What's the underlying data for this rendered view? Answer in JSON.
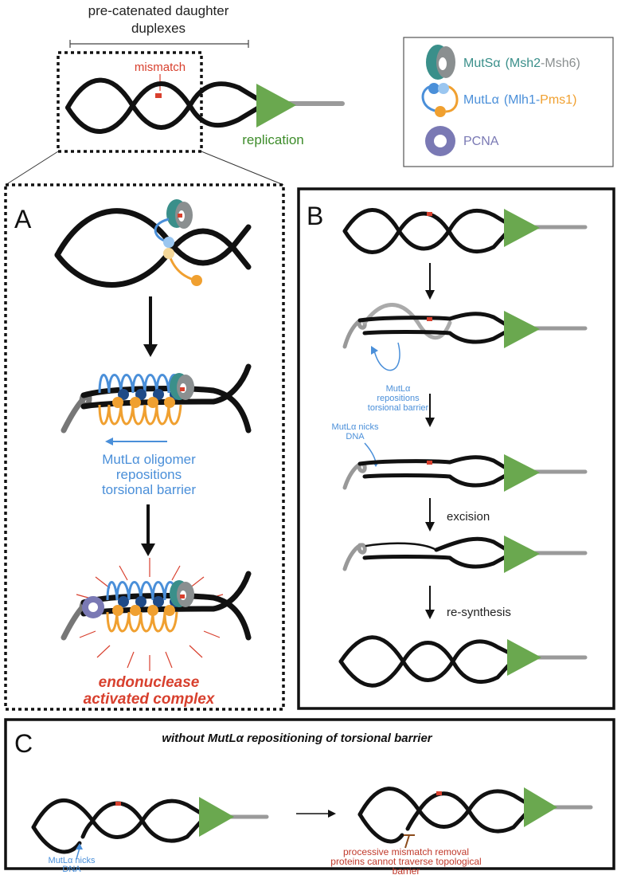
{
  "colors": {
    "dna": "#111111",
    "dna_faded": "#a8a8a8",
    "mismatch": "#d8402e",
    "replication": "#6aa84f",
    "replication_text": "#3d8c2a",
    "msh2": "#3a8f8a",
    "msh6": "#8a8f90",
    "mlh1": "#4a8fd9",
    "pms1": "#f0a030",
    "pcna": "#7a79b4",
    "note_red": "#c0392b",
    "note_blue": "#4a8fd9",
    "barrier_brown": "#8b4a1a"
  },
  "top": {
    "bracket_label_line1": "pre-catenated daughter",
    "bracket_label_line2": "duplexes",
    "mismatch_label": "mismatch",
    "replication_label": "replication"
  },
  "legend": {
    "mutsa_name": "MutSα",
    "mutsa_paren_open": "(",
    "mutsa_msh2": "Msh2",
    "mutsa_dash": "-",
    "mutsa_msh6": "Msh6",
    "mutsa_paren_close": ")",
    "mutla_name": "MutLα",
    "mutla_paren_open": "(",
    "mutla_mlh1": "Mlh1",
    "mutla_dash": "-",
    "mutla_pms1": "Pms1",
    "mutla_paren_close": ")",
    "pcna_name": "PCNA",
    "icon_names": [
      "mutsa-icon",
      "mutla-icon",
      "pcna-icon"
    ]
  },
  "panel_a": {
    "letter": "A",
    "oligomer_line1": "MutLα oligomer",
    "oligomer_line2": "repositions",
    "oligomer_line3": "torsional barrier",
    "result_line1": "endonuclease",
    "result_line2": "activated complex"
  },
  "panel_b": {
    "letter": "B",
    "repositions_line1": "MutLα",
    "repositions_line2": "repositions",
    "repositions_line3": "torsional barrier",
    "nicks_line1": "MutLα nicks",
    "nicks_line2": "DNA",
    "step_excision": "excision",
    "step_resynthesis": "re-synthesis"
  },
  "panel_c": {
    "letter": "C",
    "title": "without MutLα repositioning of torsional barrier",
    "nicks_line1": "MutLα nicks",
    "nicks_line2": "DNA",
    "barrier_line1": "processive mismatch removal",
    "barrier_line2": "proteins  cannot traverse topological",
    "barrier_line3": "barrier"
  }
}
